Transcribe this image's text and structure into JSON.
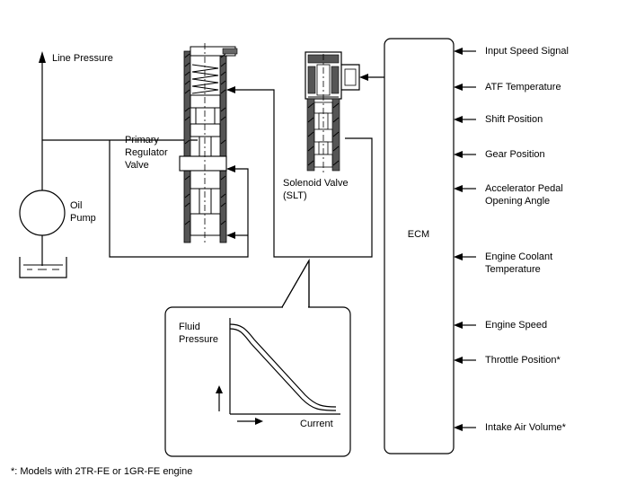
{
  "labels": {
    "line_pressure": "Line Pressure",
    "oil_pump": [
      "Oil",
      "Pump"
    ],
    "primary_regulator_valve": [
      "Primary",
      "Regulator",
      "Valve"
    ],
    "solenoid_valve": [
      "Solenoid Valve",
      "(SLT)"
    ],
    "ecm": "ECM",
    "graph_y": [
      "Fluid",
      "Pressure"
    ],
    "graph_x": "Current",
    "footnote": "*: Models with 2TR-FE or 1GR-FE engine"
  },
  "ecm_inputs": [
    [
      "Input Speed Signal"
    ],
    [
      "ATF Temperature"
    ],
    [
      "Shift Position"
    ],
    [
      "Gear Position"
    ],
    [
      "Accelerator Pedal",
      "Opening Angle"
    ],
    [
      "Engine Coolant",
      "Temperature"
    ],
    [
      "Engine Speed"
    ],
    [
      "Throttle Position*"
    ],
    [
      "Intake Air Volume*"
    ]
  ],
  "icons": {
    "oil_pump": "pump-circle-icon",
    "oil_tank": "oil-tank-icon",
    "regulator_valve": "spool-valve-icon",
    "solenoid": "solenoid-valve-icon"
  }
}
